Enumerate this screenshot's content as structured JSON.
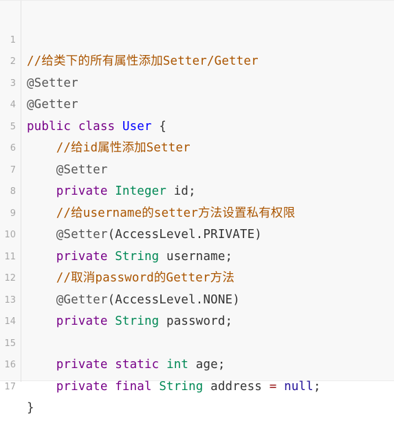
{
  "colors": {
    "keyword": "#770088",
    "type": "#008855",
    "class_def": "#0000ff",
    "comment": "#aa5500",
    "annotation": "#555555",
    "atom": "#221199",
    "operator": "#981a1a",
    "text": "#333333",
    "line_number": "#a6a6a6",
    "background": "#f8f8f8"
  },
  "lines": [
    {
      "n": "1",
      "tokens": [
        "//给类下的所有属性添加Setter/Getter"
      ]
    },
    {
      "n": "2",
      "tokens": [
        "@Setter"
      ]
    },
    {
      "n": "3",
      "tokens": [
        "@Getter"
      ]
    },
    {
      "n": "4",
      "tokens": [
        "public",
        " ",
        "class",
        " ",
        "User",
        " {"
      ]
    },
    {
      "n": "5",
      "tokens": [
        "    ",
        "//给id属性添加Setter"
      ]
    },
    {
      "n": "6",
      "tokens": [
        "    ",
        "@Setter"
      ]
    },
    {
      "n": "7",
      "tokens": [
        "    ",
        "private",
        " ",
        "Integer",
        " id;"
      ]
    },
    {
      "n": "8",
      "tokens": [
        "    ",
        "//给username的setter方法设置私有权限"
      ]
    },
    {
      "n": "9",
      "tokens": [
        "    ",
        "@Setter",
        "(AccessLevel.PRIVATE)"
      ]
    },
    {
      "n": "10",
      "tokens": [
        "    ",
        "private",
        " ",
        "String",
        " username;"
      ]
    },
    {
      "n": "11",
      "tokens": [
        "    ",
        "//取消password的Getter方法"
      ]
    },
    {
      "n": "12",
      "tokens": [
        "    ",
        "@Getter",
        "(AccessLevel.NONE)"
      ]
    },
    {
      "n": "13",
      "tokens": [
        "    ",
        "private",
        " ",
        "String",
        " password;"
      ]
    },
    {
      "n": "14",
      "tokens": [
        ""
      ]
    },
    {
      "n": "15",
      "tokens": [
        "    ",
        "private",
        " ",
        "static",
        " ",
        "int",
        " age;"
      ]
    },
    {
      "n": "16",
      "tokens": [
        "    ",
        "private",
        " ",
        "final",
        " ",
        "String",
        " address ",
        "=",
        " ",
        "null",
        ";"
      ]
    },
    {
      "n": "17",
      "tokens": [
        "}"
      ]
    }
  ]
}
